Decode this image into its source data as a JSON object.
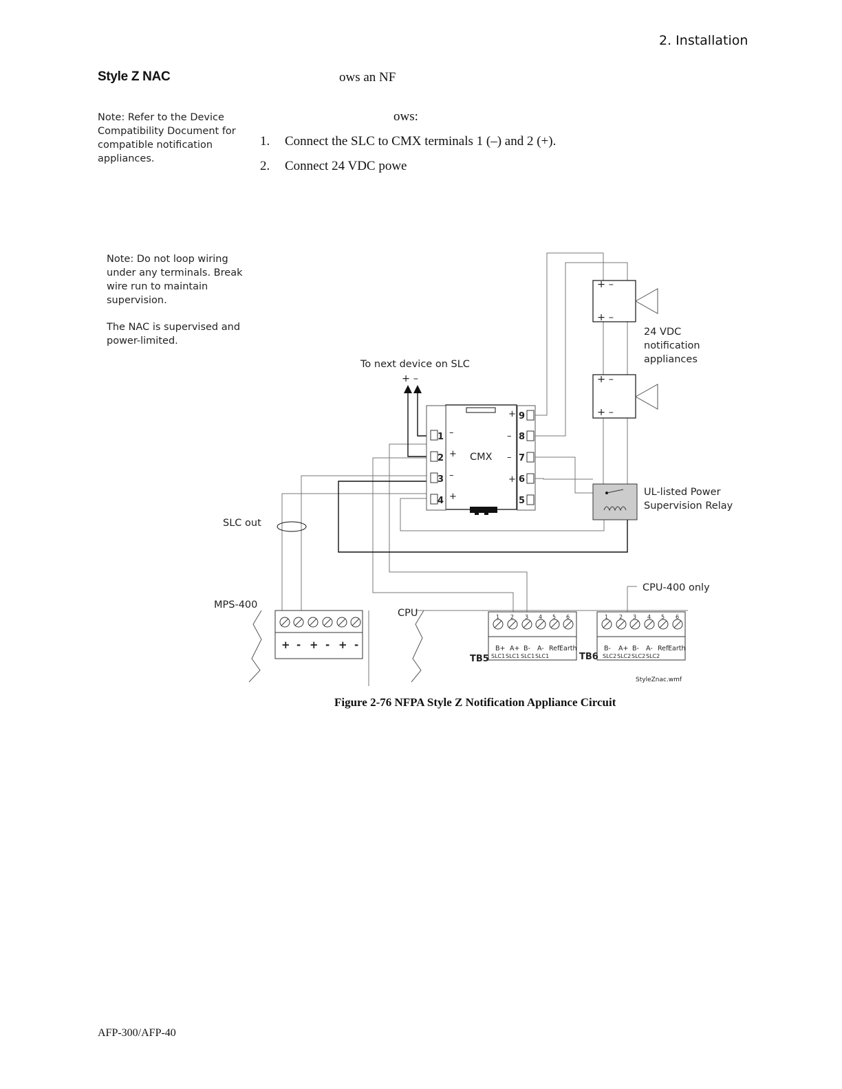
{
  "header": {
    "section": "2. Installation"
  },
  "section_title": "Style Z NAC",
  "body_fragments": {
    "line1": "ows an NF",
    "line2": "ows:"
  },
  "side_note_1": [
    "Note: Refer to the Device",
    "Compatibility Document for",
    "compatible notification",
    "appliances."
  ],
  "steps": [
    {
      "number": "1.",
      "text": "Connect the SLC to CMX terminals 1 (–) and 2 (+)."
    },
    {
      "number": "2.",
      "text": "Connect 24 VDC powe"
    }
  ],
  "side_note_2": [
    "Note: Do not loop wiring",
    "under any terminals. Break",
    "wire run to maintain",
    "supervision."
  ],
  "side_note_3": [
    "The NAC is supervised and",
    "power-limited."
  ],
  "diagram": {
    "next_device_label": "To next device on SLC",
    "next_device_polarity": "+  –",
    "cmx_label": "CMX",
    "cmx_left_terminals": [
      "1",
      "2",
      "3",
      "4"
    ],
    "cmx_left_polarity": [
      "–",
      "+",
      "–",
      "+"
    ],
    "cmx_right_terminals": [
      "9",
      "8",
      "7",
      "6",
      "5"
    ],
    "cmx_right_polarity": [
      "+",
      "–",
      "–",
      "+",
      ""
    ],
    "appliance_polarity_top": "+  –",
    "appliance_polarity_bottom": "+  –",
    "appliances_label": [
      "24 VDC",
      "notification",
      "appliances"
    ],
    "relay_label": [
      "UL-listed Power",
      "Supervision Relay"
    ],
    "slc_out_label": "SLC out",
    "mps_label": "MPS-400",
    "mps_polarity": [
      "+",
      "-",
      "+",
      "-",
      "+",
      "-"
    ],
    "cpu_label": "CPU",
    "cpu400_label": "CPU-400 only",
    "tb5_label": "TB5",
    "tb6_label": "TB6",
    "tb_numbers": [
      "1",
      "2",
      "3",
      "4",
      "5",
      "6"
    ],
    "tb5_signals": [
      "B+",
      "A+",
      "B-",
      "A-",
      "Ref",
      "Earth"
    ],
    "tb5_subs": [
      "SLC1",
      "SLC1",
      "SLC1",
      "SLC1"
    ],
    "tb6_signals": [
      "B-",
      "A+",
      "B-",
      "A-",
      "Ref",
      "Earth"
    ],
    "tb6_subs": [
      "SLC2",
      "SLC2",
      "SLC2",
      "SLC2"
    ],
    "filename": "StyleZnac.wmf"
  },
  "caption": "Figure 2-76  NFPA Style Z Notification Appliance Circuit",
  "footer": "AFP-300/AFP-40"
}
